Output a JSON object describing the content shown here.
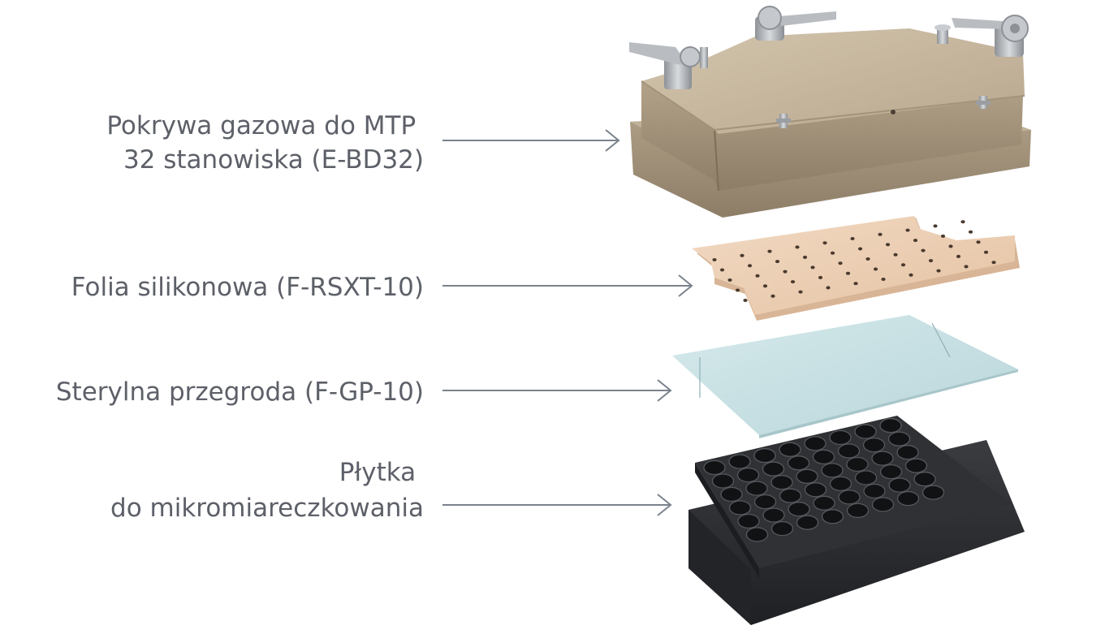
{
  "colors": {
    "text": "#5d6068",
    "arrow": "#7a828c",
    "lid": "#b4a38a",
    "lid_dark": "#8f7f69",
    "lid_light": "#cbbca3",
    "metal": "#a9adb2",
    "silicone": "#ebcdb1",
    "barrier": "#c7e0e3",
    "plate": "#2b2d30"
  },
  "icons": [
    "lid-image",
    "silicone-foil-image",
    "sterile-barrier-image",
    "microtiter-plate-image",
    "arrow-icon"
  ],
  "labels": [
    {
      "id": "lid",
      "lines": [
        "Pokrywa gazowa do MTP",
        "32 stanowiska (E-BD32)"
      ]
    },
    {
      "id": "foil",
      "lines": [
        "Folia silikonowa (F-RSXT-10)"
      ]
    },
    {
      "id": "barrier",
      "lines": [
        "Sterylna przegroda (F-GP-10)"
      ]
    },
    {
      "id": "plate",
      "lines": [
        "Płytka",
        "do mikromiareczkowania"
      ]
    }
  ]
}
